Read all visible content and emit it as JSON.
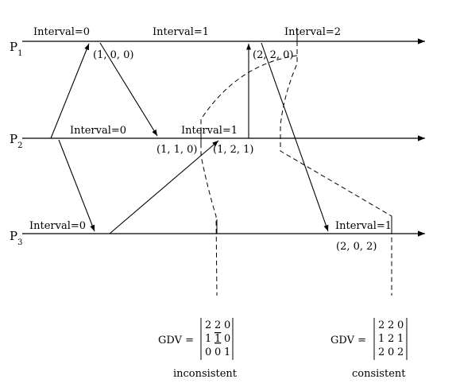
{
  "processes": [
    {
      "name": "P",
      "sub": "1"
    },
    {
      "name": "P",
      "sub": "2"
    },
    {
      "name": "P",
      "sub": "3"
    }
  ],
  "interval_labels": {
    "p1_0": "Interval=0",
    "p1_1": "Interval=1",
    "p1_2": "Interval=2",
    "p2_0": "Interval=0",
    "p2_1": "Interval=1",
    "p3_0": "Interval=0",
    "p3_1": "Interval=1"
  },
  "vectors": {
    "v100": "(1, 0, 0)",
    "v220": "(2, 2, 0)",
    "v110": "(1, 1, 0)",
    "v121": "(1, 2, 1)",
    "v202": "(2, 0, 2)"
  },
  "gdv_left": {
    "label": "GDV =",
    "rows": [
      [
        "2",
        "2",
        "0"
      ],
      [
        "1",
        "1",
        "0"
      ],
      [
        "0",
        "0",
        "1"
      ]
    ],
    "caption": "inconsistent"
  },
  "gdv_right": {
    "label": "GDV =",
    "rows": [
      [
        "2",
        "2",
        "0"
      ],
      [
        "1",
        "2",
        "1"
      ],
      [
        "2",
        "0",
        "2"
      ]
    ],
    "caption": "consistent"
  }
}
